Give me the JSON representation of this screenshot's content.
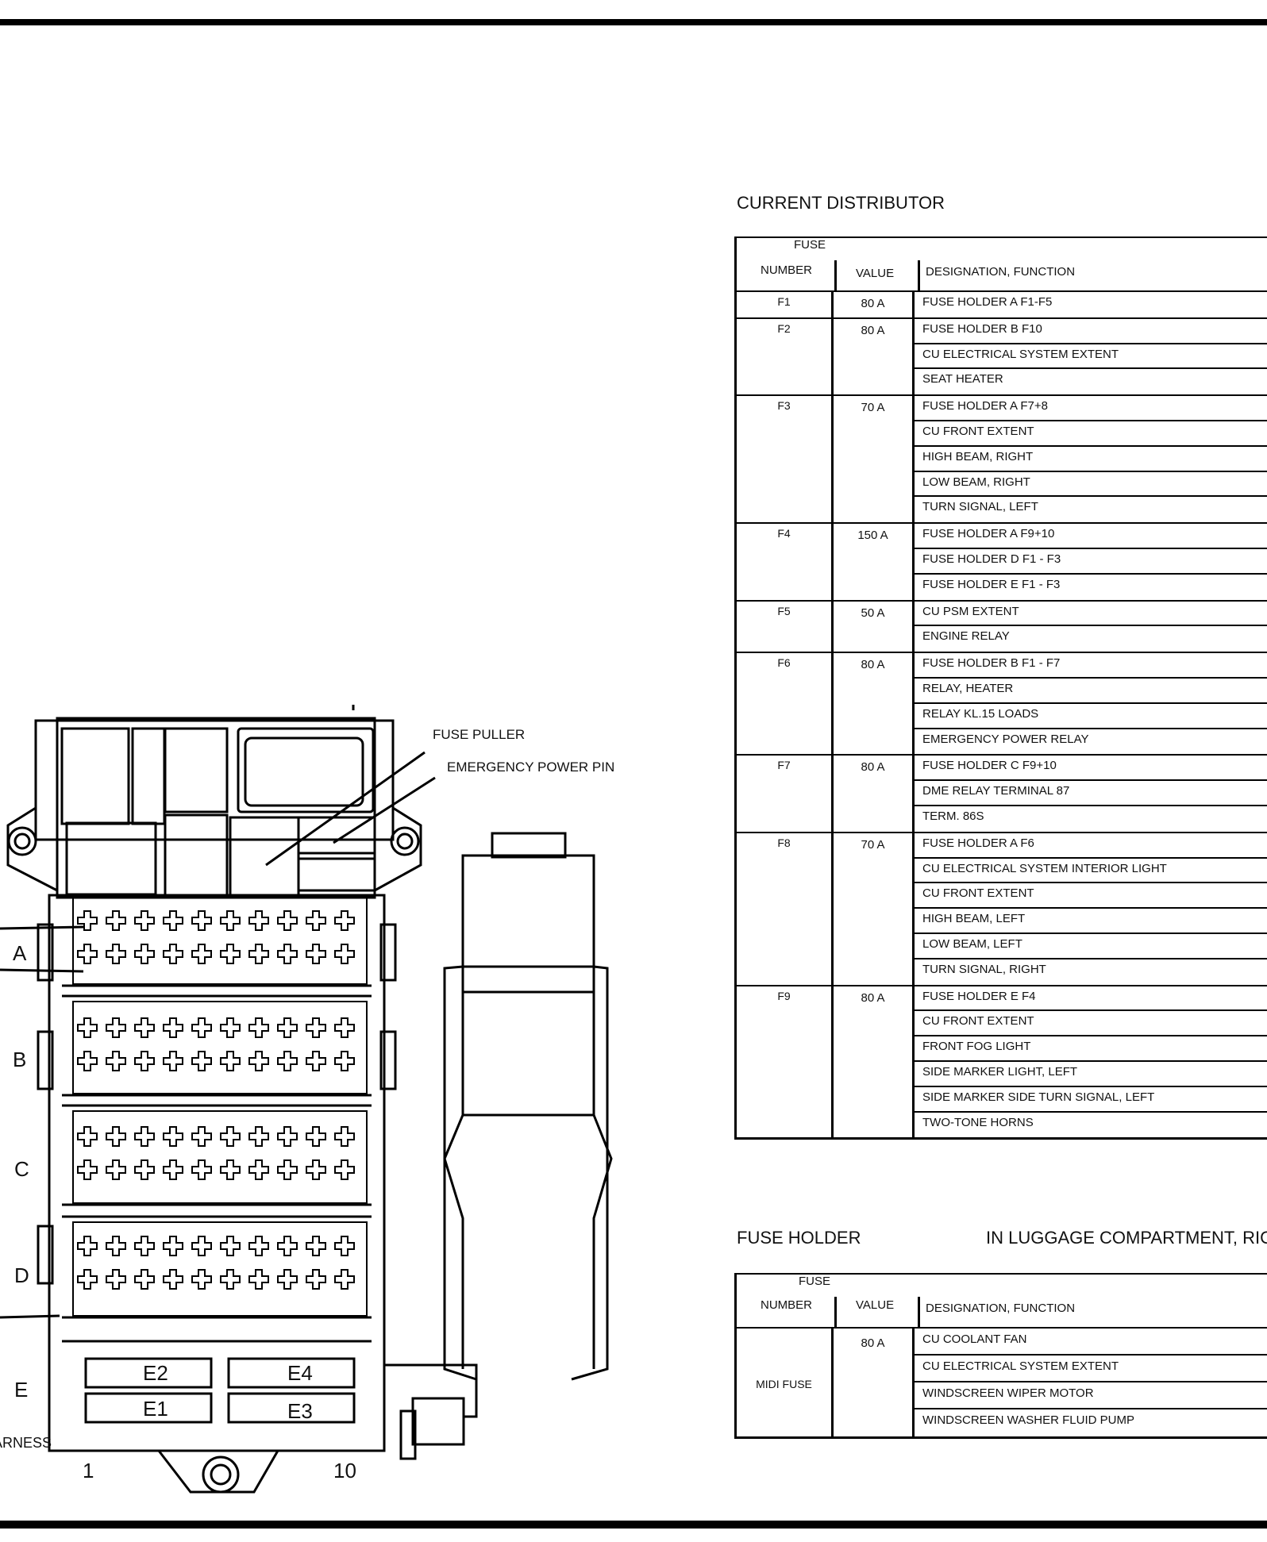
{
  "diagram": {
    "callouts": [
      "FUSE PULLER",
      "EMERGENCY POWER PIN"
    ],
    "holder_letters": [
      "A",
      "B",
      "C",
      "D",
      "E"
    ],
    "midi_fuses": [
      "E2",
      "E4",
      "E1",
      "E3"
    ],
    "position_start": "1",
    "position_end": "10",
    "harness_label": "HARNESS"
  },
  "current_distributor": {
    "title": "CURRENT DISTRIBUTOR",
    "header": {
      "fuse": "FUSE",
      "number": "NUMBER",
      "value": "VALUE",
      "designation": "DESIGNATION, FUNCTION"
    },
    "rows": [
      {
        "number": "F1",
        "value": "80 A",
        "functions": [
          "FUSE HOLDER A  F1-F5"
        ]
      },
      {
        "number": "F2",
        "value": "80 A",
        "functions": [
          "FUSE HOLDER B  F10",
          "CU ELECTRICAL SYSTEM   EXTENT",
          "SEAT HEATER"
        ]
      },
      {
        "number": "F3",
        "value": "70 A",
        "functions": [
          "FUSE HOLDER A  F7+8",
          "CU FRONT EXTENT",
          "HIGH BEAM, RIGHT",
          "LOW BEAM, RIGHT",
          "TURN SIGNAL, LEFT"
        ]
      },
      {
        "number": "F4",
        "value": "150 A",
        "functions": [
          "FUSE HOLDER A  F9+10",
          "FUSE HOLDER D  F1 - F3",
          "FUSE HOLDER E  F1 - F3"
        ]
      },
      {
        "number": "F5",
        "value": "50 A",
        "functions": [
          "CU PSM  EXTENT",
          "ENGINE RELAY"
        ]
      },
      {
        "number": "F6",
        "value": "80 A",
        "functions": [
          "FUSE HOLDER B  F1 - F7",
          "RELAY, HEATER",
          "RELAY KL.15   LOADS",
          "EMERGENCY POWER   RELAY"
        ]
      },
      {
        "number": "F7",
        "value": "80 A",
        "functions": [
          "FUSE HOLDER C  F9+10",
          "DME RELAY TERMINAL 87",
          "TERM. 86S"
        ]
      },
      {
        "number": "F8",
        "value": "70 A",
        "functions": [
          "FUSE HOLDER A  F6",
          "CU ELECTRICAL SYSTEM   INTERIOR LIGHT",
          "CU FRONT EXTENT",
          "HIGH BEAM, LEFT",
          "LOW BEAM, LEFT",
          "TURN SIGNAL, RIGHT"
        ]
      },
      {
        "number": "F9",
        "value": "80 A",
        "functions": [
          "FUSE HOLDER E  F4",
          "CU FRONT EXTENT",
          "FRONT FOG LIGHT",
          "SIDE MARKER LIGHT, LEFT",
          "SIDE MARKER   SIDE TURN SIGNAL, LEFT",
          "TWO-TONE HORNS"
        ]
      }
    ]
  },
  "fuse_holder": {
    "title": "FUSE HOLDER",
    "location": "IN LUGGAGE COMPARTMENT, RIG",
    "header": {
      "fuse": "FUSE",
      "number": "NUMBER",
      "value": "VALUE",
      "designation": "DESIGNATION, FUNCTION"
    },
    "rows": [
      {
        "number": "MIDI FUSE",
        "value": "80 A",
        "functions": [
          "CU COOLANT FAN",
          "CU ELECTRICAL SYSTEM   EXTENT",
          "WINDSCREEN WIPER MOTOR",
          "WINDSCREEN   WASHER  FLUID PUMP"
        ]
      }
    ]
  }
}
